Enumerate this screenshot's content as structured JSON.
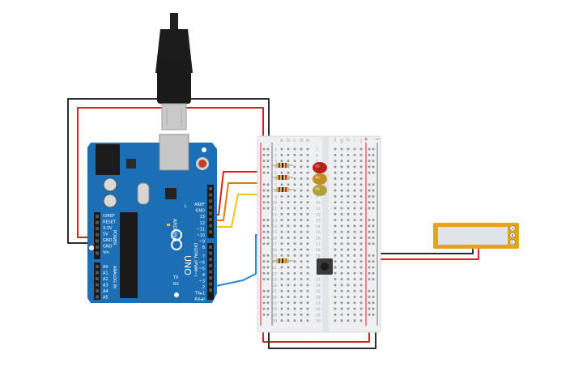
{
  "colors": {
    "board": "#1d6fb5",
    "board_dark": "#175d99",
    "breadboard": "#eef0f2",
    "wire_red": "#d82222",
    "wire_black": "#2b2b2b",
    "wire_orange": "#e07b12",
    "wire_yellow": "#f2c318",
    "wire_blue": "#2288d8",
    "led_red": "#b52318",
    "led_yellow": "#c09022",
    "lcd_frame": "#e3a51a",
    "lcd_screen": "#dfe4e8"
  },
  "arduino": {
    "brand": "ARDUINO",
    "model": "UNO",
    "power_pins": [
      "IOREF",
      "RESET",
      "3.3V",
      "5V",
      "GND",
      "GND",
      "Vin"
    ],
    "power_label": "POWER",
    "analog_pins": [
      "A0",
      "A1",
      "A2",
      "A3",
      "A4",
      "A5"
    ],
    "analog_label": "ANALOG IN",
    "top_pins": [
      "AREF",
      "GND",
      "13",
      "12",
      "~11",
      "~10",
      "~9",
      "8"
    ],
    "bottom_pins": [
      "7",
      "~6",
      "~5",
      "4",
      "~3",
      "2",
      "TX▸1",
      "RX◂0"
    ],
    "digital_label": "DIGITAL (PWM~)",
    "pin_marker": "L",
    "tx_marker": "TX",
    "rx_marker": "RX"
  },
  "breadboard": {
    "col_left": [
      "a",
      "b",
      "c",
      "d",
      "e"
    ],
    "col_right": [
      "f",
      "g",
      "h",
      "i",
      "j"
    ],
    "rail_plus": "+",
    "rail_minus": "−",
    "rows": [
      "1",
      "2",
      "3",
      "4",
      "5",
      "6",
      "7",
      "8",
      "9",
      "10",
      "11",
      "12",
      "13",
      "14",
      "15",
      "16",
      "17",
      "18",
      "19",
      "20",
      "21",
      "22",
      "23",
      "24",
      "25",
      "26",
      "27",
      "28",
      "29",
      "30"
    ]
  },
  "lcd": {
    "pins": [
      "A",
      "B",
      "C"
    ]
  },
  "icons": {
    "usb": "usb-cable-icon",
    "button": "pushbutton-icon"
  }
}
